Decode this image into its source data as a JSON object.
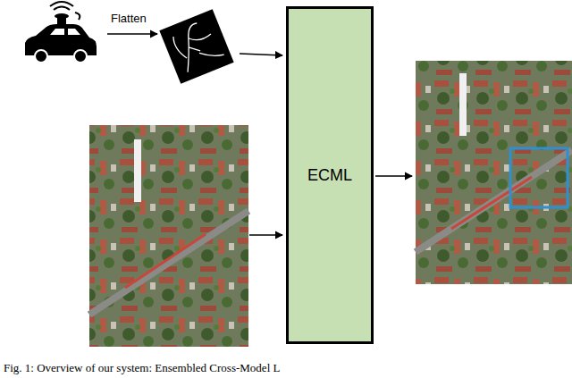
{
  "diagram": {
    "caption": "Fig. 1: Overview of our system: Ensembled Cross-Model L",
    "nodes": [
      {
        "text": [
          "ECML"
        ]
      }
    ],
    "labels": [
      "Flatten"
    ]
  }
}
